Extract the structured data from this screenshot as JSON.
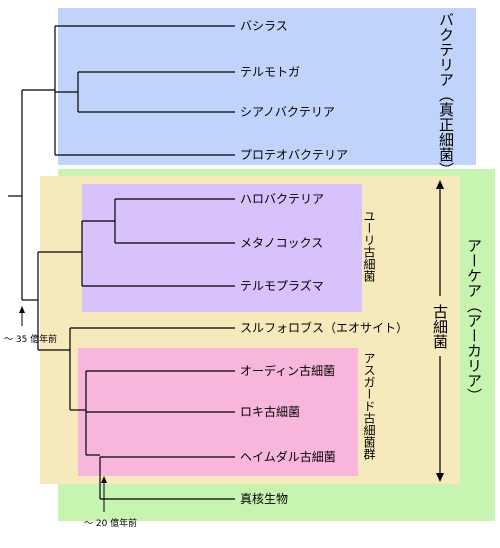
{
  "colors": {
    "bacteria_bg": "#c0d4fb",
    "archaea_bg": "#c8f4b2",
    "asgard_bg": "#f6e9bc",
    "eury_bg": "#d8c2fb",
    "asgard_pink": "#f8b6dc"
  },
  "taxa": {
    "bacillus": "バシラス",
    "thermotoga": "テルモトガ",
    "cyanobacteria": "シアノバクテリア",
    "proteobacteria": "プロテオバクテリア",
    "halobacteria": "ハロバクテリア",
    "methanococcus": "メタノコックス",
    "thermoplasma": "テルモプラズマ",
    "sulfolobus": "スルフォロブス（エオサイト）",
    "odin": "オーディン古細菌",
    "loki": "ロキ古細菌",
    "heimdall": "ヘイムダル古細菌",
    "eukaryote": "真核生物"
  },
  "groups": {
    "bacteria": "バクテリア（真正細菌）",
    "archaea": "アーケア（アーカリア）",
    "archaea_core": "古細菌",
    "euryarchaeota": "ユーリ古細菌",
    "asgard": "アスガード古細菌群"
  },
  "annotations": {
    "age_35": "～ 35 億年前",
    "age_20": "～ 20 億年前"
  }
}
